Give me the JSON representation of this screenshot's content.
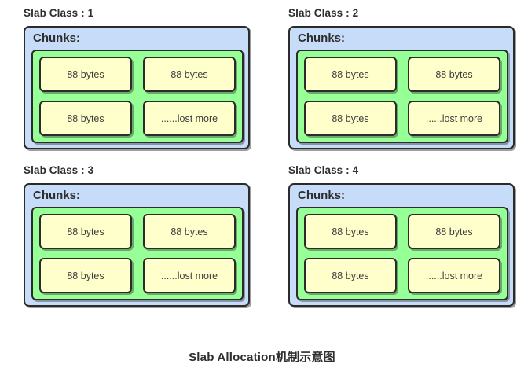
{
  "caption": "Slab Allocation机制示意图",
  "chunks_label": "Chunks:",
  "slabs": [
    {
      "title": "Slab Class : 1",
      "chunks": [
        {
          "label": "88 bytes"
        },
        {
          "label": "88 bytes"
        },
        {
          "label": "88 bytes"
        },
        {
          "label": "......lost more"
        }
      ]
    },
    {
      "title": "Slab Class : 2",
      "chunks": [
        {
          "label": "88 bytes"
        },
        {
          "label": "88 bytes"
        },
        {
          "label": "88 bytes"
        },
        {
          "label": "......lost more"
        }
      ]
    },
    {
      "title": "Slab Class : 3",
      "chunks": [
        {
          "label": "88 bytes"
        },
        {
          "label": "88 bytes"
        },
        {
          "label": "88 bytes"
        },
        {
          "label": "......lost more"
        }
      ]
    },
    {
      "title": "Slab Class : 4",
      "chunks": [
        {
          "label": "88 bytes"
        },
        {
          "label": "88 bytes"
        },
        {
          "label": "88 bytes"
        },
        {
          "label": "......lost more"
        }
      ]
    }
  ],
  "colors": {
    "container_fill": "#c6dcf8",
    "chunk_area_fill": "#96ff96",
    "chunk_fill": "#ffffcc",
    "border": "#2b2b2b",
    "text": "#2e2e2e",
    "background": "#ffffff"
  }
}
